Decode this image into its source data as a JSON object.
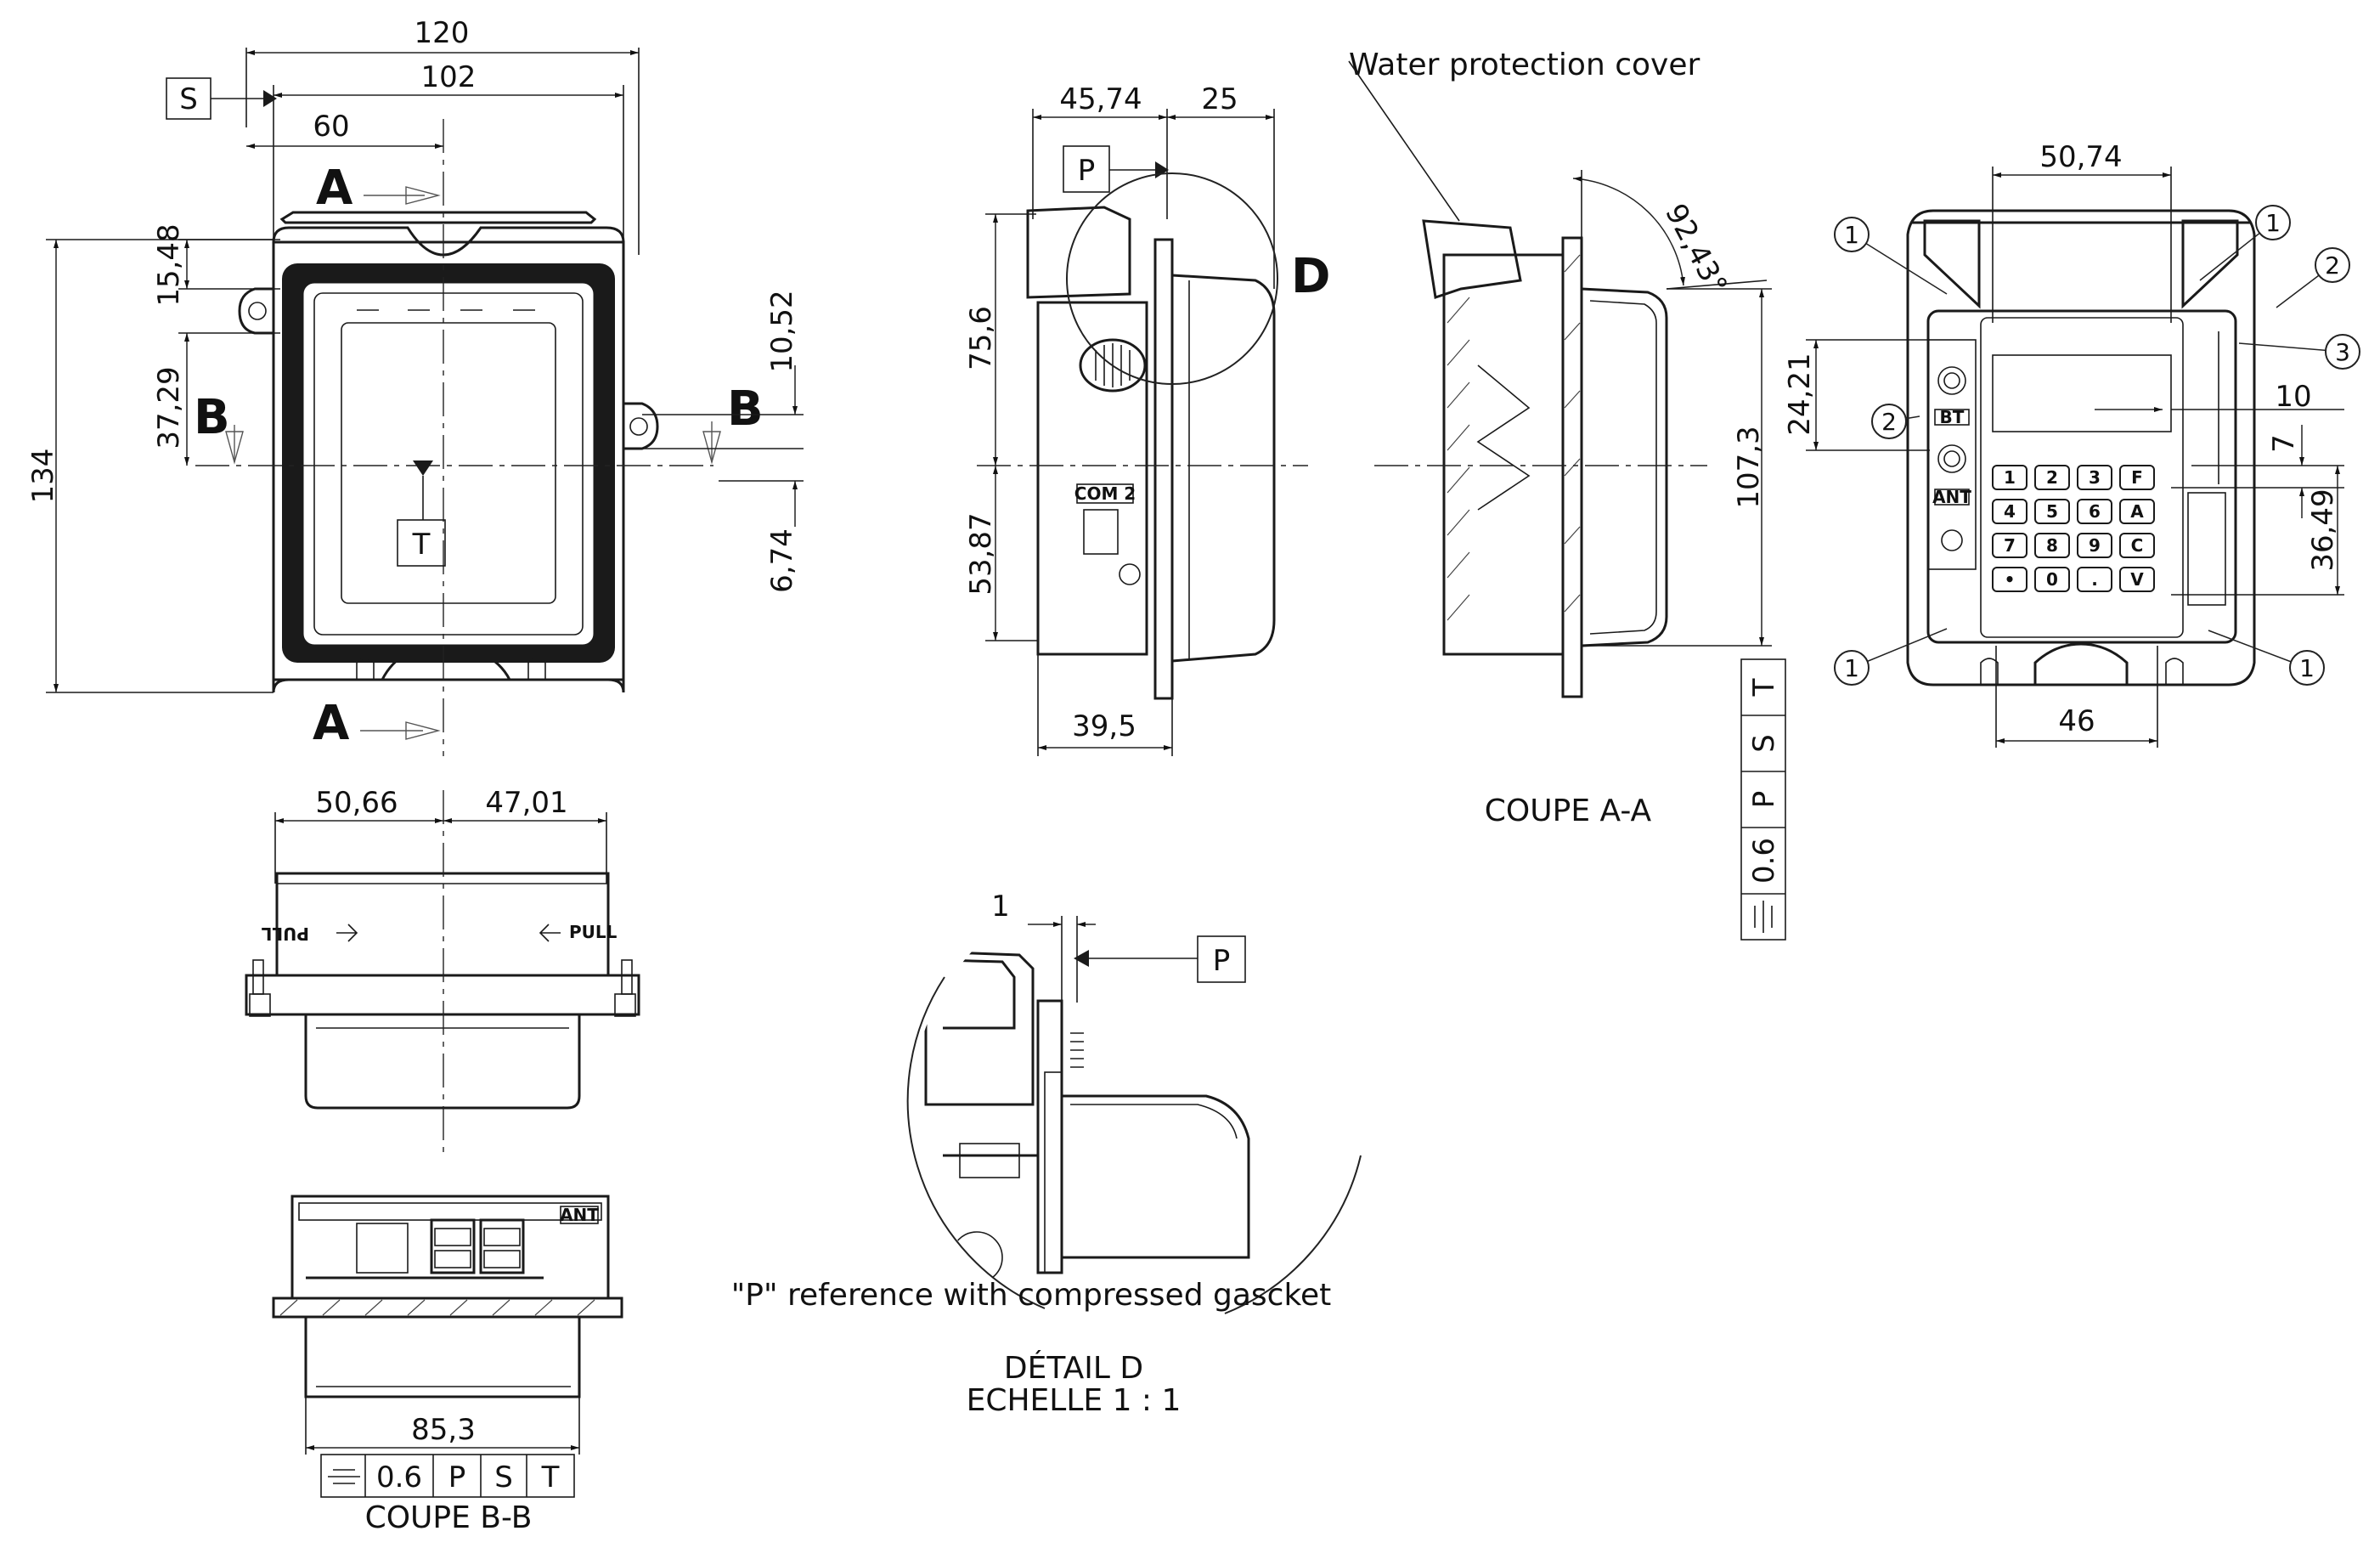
{
  "front_view": {
    "dims": {
      "width_total": "120",
      "width_inner": "102",
      "half_width": "60",
      "height_total": "134",
      "d1": "15,48",
      "d2": "37,29",
      "d3": "10,52",
      "d4": "6,74"
    },
    "section_a": "A",
    "section_b": "B",
    "datum_s": "S",
    "datum_t": "T"
  },
  "side_view": {
    "dims": {
      "depth_top": "45,74",
      "depth_right": "25",
      "upper": "75,6",
      "lower": "53,87",
      "bottom": "39,5"
    },
    "datum_p": "P",
    "detail_label": "D",
    "com_label": "COM 2"
  },
  "section_aa": {
    "note": "Water protection cover",
    "angle": "92,43°",
    "height": "107,3",
    "title": "COUPE A-A",
    "tolerance": [
      "0.6",
      "P",
      "S",
      "T"
    ]
  },
  "rear_view": {
    "dims": {
      "top": "50,74",
      "left": "24,21",
      "right_top": "10",
      "right_mid": "7",
      "right_bottom": "36,49",
      "bottom": "46"
    },
    "callouts": [
      "1",
      "1",
      "2",
      "2",
      "3",
      "1",
      "1"
    ],
    "keys": [
      "1",
      "2",
      "3",
      "F",
      "4",
      "5",
      "6",
      "A",
      "7",
      "8",
      "9",
      "C",
      "•",
      "0",
      ".",
      "V"
    ],
    "port_labels": [
      "BT",
      "ANT"
    ]
  },
  "top_section": {
    "dims": {
      "left": "50,66",
      "right": "47,01"
    },
    "pull": "PULL"
  },
  "section_bb": {
    "width": "85,3",
    "title": "COUPE B-B",
    "tolerance": [
      "0.6",
      "P",
      "S",
      "T"
    ],
    "ant": "ANT"
  },
  "detail_d": {
    "dim": "1",
    "datum_p": "P",
    "caption": "\"P\" reference with compressed gascket",
    "title": "DÉTAIL D",
    "scale": "ECHELLE 1 : 1"
  }
}
